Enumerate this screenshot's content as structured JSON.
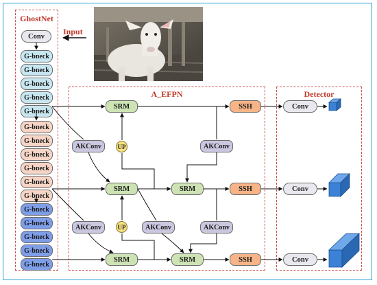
{
  "labels": {
    "ghostnet": "GhostNet",
    "input": "Input",
    "aefpn": "A_EFPN",
    "detector": "Detector"
  },
  "ghostnet": {
    "conv": "Conv",
    "teal_blocks": [
      "G-bneck",
      "G-bneck",
      "G-bneck",
      "G-bneck",
      "G-bneck"
    ],
    "peach_blocks": [
      "G-bneck",
      "G-bneck",
      "G-bneck",
      "G-bneck",
      "G-bneck",
      "G-bneck"
    ],
    "blue_blocks": [
      "G-bneck",
      "G-bneck",
      "G-bneck",
      "G-bneck",
      "G-bneck"
    ]
  },
  "efpn": {
    "srm": "SRM",
    "ssh": "SSH",
    "akconv": "AKConv",
    "up": "UP"
  },
  "detector": {
    "conv": "Conv"
  },
  "colors": {
    "frame": "#2aa3d8",
    "dashed_border": "#c9504a",
    "title": "#c0392b",
    "teal_block": "#c8e6ef",
    "peach_block": "#f6d5c6",
    "blue_block": "#7f9ee8",
    "srm": "#cde3b4",
    "ssh": "#f6b487",
    "akconv": "#ccc7e0",
    "up": "#f7e182",
    "output_cube": "#3b82d6"
  },
  "image": {
    "subject": "white goat in a barn pen"
  }
}
